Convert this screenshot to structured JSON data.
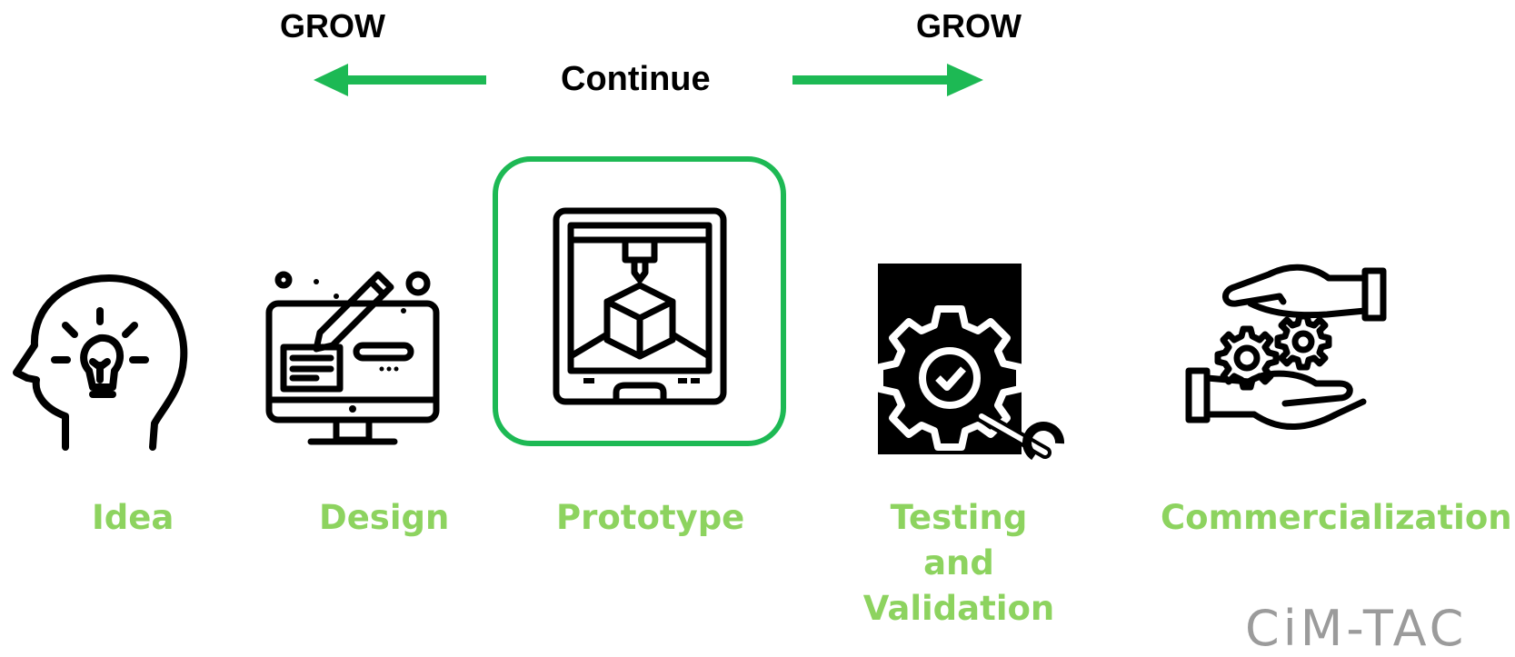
{
  "flow": {
    "grow_left": "GROW",
    "grow_right": "GROW",
    "continue": "Continue"
  },
  "stages": [
    {
      "label": "Idea",
      "icon": "head-lightbulb-icon"
    },
    {
      "label": "Design",
      "icon": "monitor-pencil-icon"
    },
    {
      "label": "Prototype",
      "icon": "3d-printer-icon"
    },
    {
      "label_lines": [
        "Testing",
        "and",
        "Validation"
      ],
      "icon": "gear-wrench-icon"
    },
    {
      "label": "Commercialization",
      "icon": "hands-gears-icon"
    }
  ],
  "logo": "CiM-TAC",
  "colors": {
    "arrow": "#1db954",
    "highlight": "#1db954",
    "label": "#8dd35f",
    "text": "#000000"
  }
}
